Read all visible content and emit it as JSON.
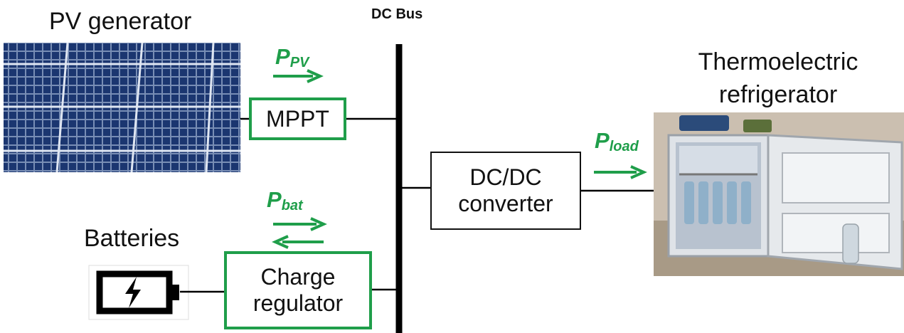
{
  "labels": {
    "pv_generator": "PV generator",
    "dc_bus": "DC Bus",
    "thermo_line1": "Thermoelectric",
    "thermo_line2": "refrigerator",
    "batteries": "Batteries"
  },
  "boxes": {
    "mppt": "MPPT",
    "dcdc_line1": "DC/DC",
    "dcdc_line2": "converter",
    "charge_line1": "Charge",
    "charge_line2": "regulator"
  },
  "flows": {
    "pv": {
      "symbol": "P",
      "subscript": "PV"
    },
    "load": {
      "symbol": "P",
      "subscript": "load"
    },
    "bat": {
      "symbol": "P",
      "subscript": "bat"
    }
  },
  "colors": {
    "accent": "#1f9e4a",
    "line": "#111111",
    "panel": "#1e3a72",
    "panel_grid": "#c7d2e4"
  },
  "icons": {
    "pv": "solar-panel-photo",
    "fridge": "refrigerator-photo",
    "battery": "battery-charging-icon"
  }
}
